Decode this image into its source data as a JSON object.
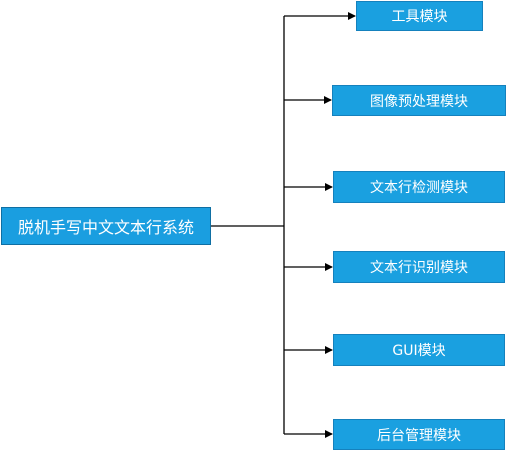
{
  "root": {
    "label": "脱机手写中文文本行系统"
  },
  "modules": [
    {
      "label": "工具模块"
    },
    {
      "label": "图像预处理模块"
    },
    {
      "label": "文本行检测模块"
    },
    {
      "label": "文本行识别模块"
    },
    {
      "label": "GUI模块"
    },
    {
      "label": "后台管理模块"
    }
  ],
  "colors": {
    "node_fill": "#1aa0e0",
    "node_border": "#1581bd",
    "node_text": "#ffffff",
    "connector": "#000000"
  }
}
